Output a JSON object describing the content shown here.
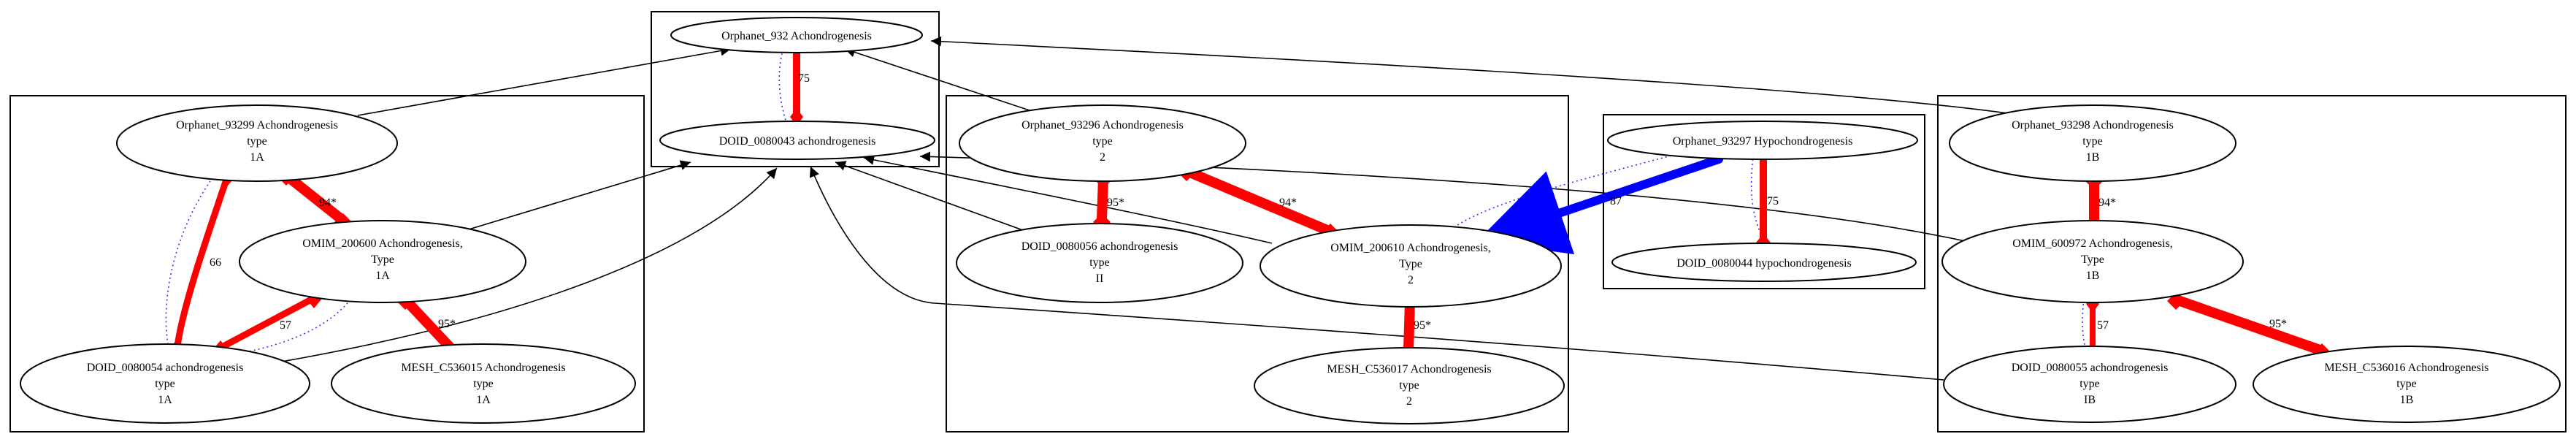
{
  "colors": {
    "strong_edge": "#ff0000",
    "blue_edge": "#0000ff",
    "dotted_edge": "#3333ff",
    "line": "#000000"
  },
  "nodes": {
    "orphanet_932": [
      "Orphanet_932 Achondrogenesis"
    ],
    "doid_0080043": [
      "DOID_0080043 achondrogenesis"
    ],
    "orphanet_93299": [
      "Orphanet_93299 Achondrogenesis",
      "type",
      "1A"
    ],
    "omim_200600": [
      "OMIM_200600 Achondrogenesis,",
      "Type",
      "1A"
    ],
    "doid_0080054": [
      "DOID_0080054 achondrogenesis",
      "type",
      "1A"
    ],
    "mesh_c536015": [
      "MESH_C536015 Achondrogenesis",
      "type",
      "1A"
    ],
    "orphanet_93296": [
      "Orphanet_93296 Achondrogenesis",
      "type",
      "2"
    ],
    "doid_0080056": [
      "DOID_0080056 achondrogenesis",
      "type",
      "II"
    ],
    "omim_200610": [
      "OMIM_200610 Achondrogenesis,",
      "Type",
      "2"
    ],
    "mesh_c536017": [
      "MESH_C536017 Achondrogenesis",
      "type",
      "2"
    ],
    "orphanet_93297": [
      "Orphanet_93297 Hypochondrogenesis"
    ],
    "doid_0080044": [
      "DOID_0080044 hypochondrogenesis"
    ],
    "orphanet_93298": [
      "Orphanet_93298 Achondrogenesis",
      "type",
      "1B"
    ],
    "omim_600972": [
      "OMIM_600972 Achondrogenesis,",
      "Type",
      "1B"
    ],
    "doid_0080055": [
      "DOID_0080055 achondrogenesis",
      "type",
      "IB"
    ],
    "mesh_c536016": [
      "MESH_C536016 Achondrogenesis",
      "type",
      "1B"
    ]
  },
  "edges": {
    "orphanet_932__doid_0080043": "75",
    "orphanet_93299__doid_0080054": "66",
    "orphanet_93299__omim_200600": "94*",
    "omim_200600__doid_0080054": "57",
    "omim_200600__mesh_c536015": "95*",
    "orphanet_93296__doid_0080056": "95*",
    "orphanet_93296__omim_200610": "94*",
    "omim_200610__mesh_c536017": "95*",
    "orphanet_93297__omim_200610": "87",
    "orphanet_93297__doid_0080044": "75",
    "orphanet_93298__omim_600972": "94*",
    "omim_600972__doid_0080055": "57",
    "omim_600972__mesh_c536016": "95*"
  }
}
